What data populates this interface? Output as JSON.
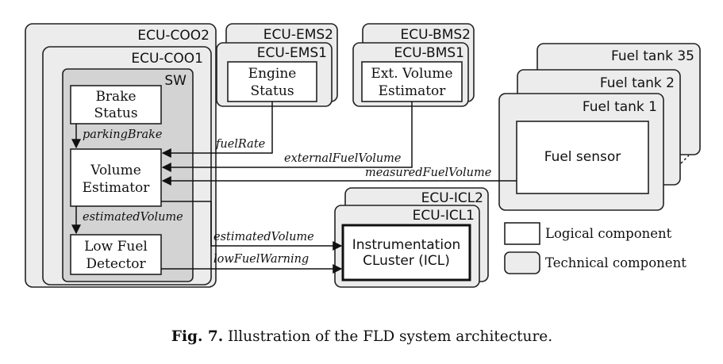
{
  "ecus": {
    "coo2": "ECU-COO2",
    "coo1": "ECU-COO1",
    "ems2": "ECU-EMS2",
    "ems1": "ECU-EMS1",
    "bms2": "ECU-BMS2",
    "bms1": "ECU-BMS1",
    "icl2": "ECU-ICL2",
    "icl1": "ECU-ICL1"
  },
  "sw_label": "SW",
  "fuel_tanks": {
    "tank35": "Fuel tank 35",
    "tank2": "Fuel tank 2",
    "tank1": "Fuel tank 1"
  },
  "components": {
    "brake_status": [
      "Brake",
      "Status"
    ],
    "volume_estimator": [
      "Volume",
      "Estimator"
    ],
    "low_fuel_detector": [
      "Low Fuel",
      "Detector"
    ],
    "engine_status": [
      "Engine",
      "Status"
    ],
    "ext_volume_estimator": [
      "Ext. Volume",
      "Estimator"
    ],
    "fuel_sensor": "Fuel sensor",
    "icl": [
      "Instrumentation",
      "CLuster (ICL)"
    ]
  },
  "signals": {
    "parking_brake": "parkingBrake",
    "fuel_rate": "fuelRate",
    "external_fuel_volume": "externalFuelVolume",
    "measured_fuel_volume": "measuredFuelVolume",
    "estimated_volume_internal": "estimatedVolume",
    "estimated_volume_out": "estimatedVolume",
    "low_fuel_warning": "lowFuelWarning"
  },
  "legend": {
    "logical": "Logical component",
    "technical": "Technical component"
  },
  "caption": {
    "prefix": "Fig. 7.",
    "text": "Illustration of the FLD system architecture."
  }
}
